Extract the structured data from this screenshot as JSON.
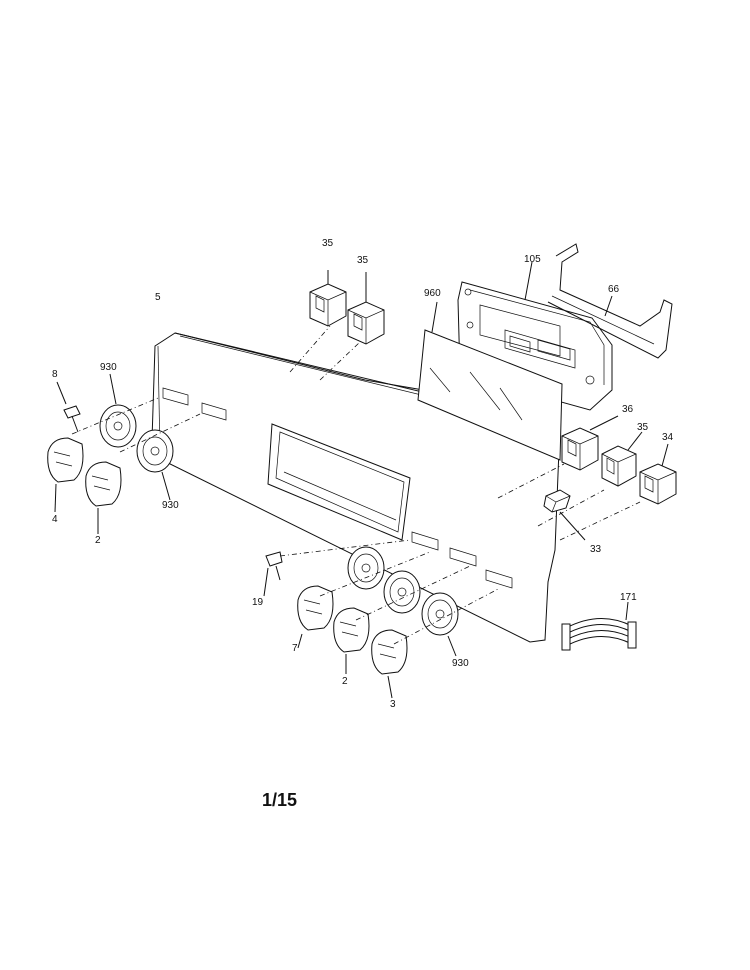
{
  "labels": {
    "l35a": "35",
    "l35b": "35",
    "l105": "105",
    "l66": "66",
    "l5": "5",
    "l960": "960",
    "l8": "8",
    "l930a": "930",
    "l930b": "930",
    "l4": "4",
    "l2a": "2",
    "l36": "36",
    "l35c": "35",
    "l34": "34",
    "l33": "33",
    "l19": "19",
    "l7": "7",
    "l2b": "2",
    "l930c": "930",
    "l3": "3",
    "l171": "171"
  },
  "page": "1/15"
}
